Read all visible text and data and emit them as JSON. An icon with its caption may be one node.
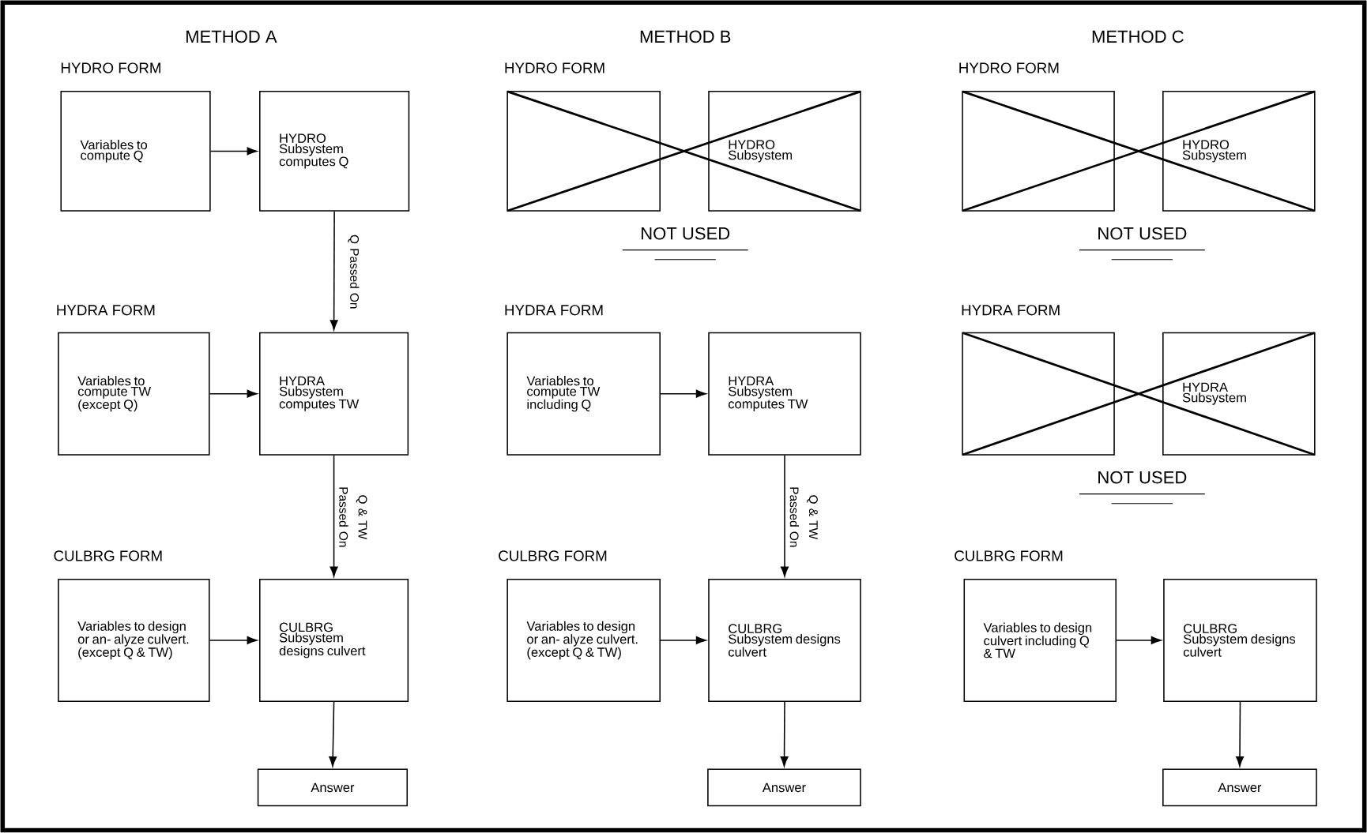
{
  "diagram": {
    "nodes": [
      {
        "text": [
          "Variables to compute Q"
        ]
      },
      {
        "text": [
          "HYDRO Subsystem computes Q"
        ]
      },
      {
        "text": [
          "Variables to compute TW (except Q)"
        ]
      },
      {
        "text": [
          "HYDRA Subsystem computes TW"
        ]
      },
      {
        "text": [
          "Variables to design or an- alyze culvert. (except Q & TW)"
        ]
      },
      {
        "text": [
          "CULBRG Subsystem designs culvert"
        ]
      },
      {
        "text": [
          "Answer"
        ]
      },
      {
        "text": [],
        "shape": "box"
      },
      {
        "text": [
          "HYDRO Subsystem"
        ]
      },
      {
        "text": [
          "Variables to compute TW including Q"
        ]
      },
      {
        "text": [
          "HYDRA Subsystem computes TW"
        ]
      },
      {
        "text": [
          "Variables to design or an- alyze culvert. (except Q & TW)"
        ]
      },
      {
        "text": [
          "CULBRG Subsystem designs culvert"
        ]
      },
      {
        "text": [
          "Answer"
        ]
      },
      {
        "text": [],
        "shape": "box"
      },
      {
        "text": [
          "HYDRO Subsystem"
        ]
      },
      {
        "text": [],
        "shape": "box"
      },
      {
        "text": [
          "HYDRA Subsystem"
        ]
      },
      {
        "text": [
          "Variables to design culvert including Q & TW"
        ]
      },
      {
        "text": [
          "CULBRG Subsystem designs culvert"
        ]
      },
      {
        "text": [
          "Answer"
        ]
      }
    ],
    "edges": [
      {
        "from": 0,
        "to": 1,
        "arrow": "to"
      },
      {
        "from": 1,
        "to": 3,
        "arrow": "to",
        "label": "Q Passed On"
      },
      {
        "from": 2,
        "to": 3,
        "arrow": "to"
      },
      {
        "from": 3,
        "to": 5,
        "arrow": "to",
        "label": "Q & TW Passed On"
      },
      {
        "from": 4,
        "to": 5,
        "arrow": "to"
      },
      {
        "from": 5,
        "to": 6,
        "arrow": "to"
      },
      {
        "from": 9,
        "to": 10,
        "arrow": "to"
      },
      {
        "from": 10,
        "to": 12,
        "arrow": "to",
        "label": "Q & TW Passed On"
      },
      {
        "from": 11,
        "to": 12,
        "arrow": "to"
      },
      {
        "from": 12,
        "to": 13,
        "arrow": "to"
      },
      {
        "from": 18,
        "to": 19,
        "arrow": "to"
      },
      {
        "from": 19,
        "to": 20,
        "arrow": "to"
      }
    ],
    "labels": [
      "METHOD A",
      "METHOD B",
      "METHOD C",
      "HYDRO FORM",
      "HYDRO FORM",
      "HYDRO FORM",
      "NOT USED",
      "NOT USED",
      "HYDRA FORM",
      "HYDRA FORM",
      "HYDRA FORM",
      "NOT USED",
      "CULBRG FORM",
      "CULBRG FORM",
      "CULBRG FORM"
    ]
  }
}
